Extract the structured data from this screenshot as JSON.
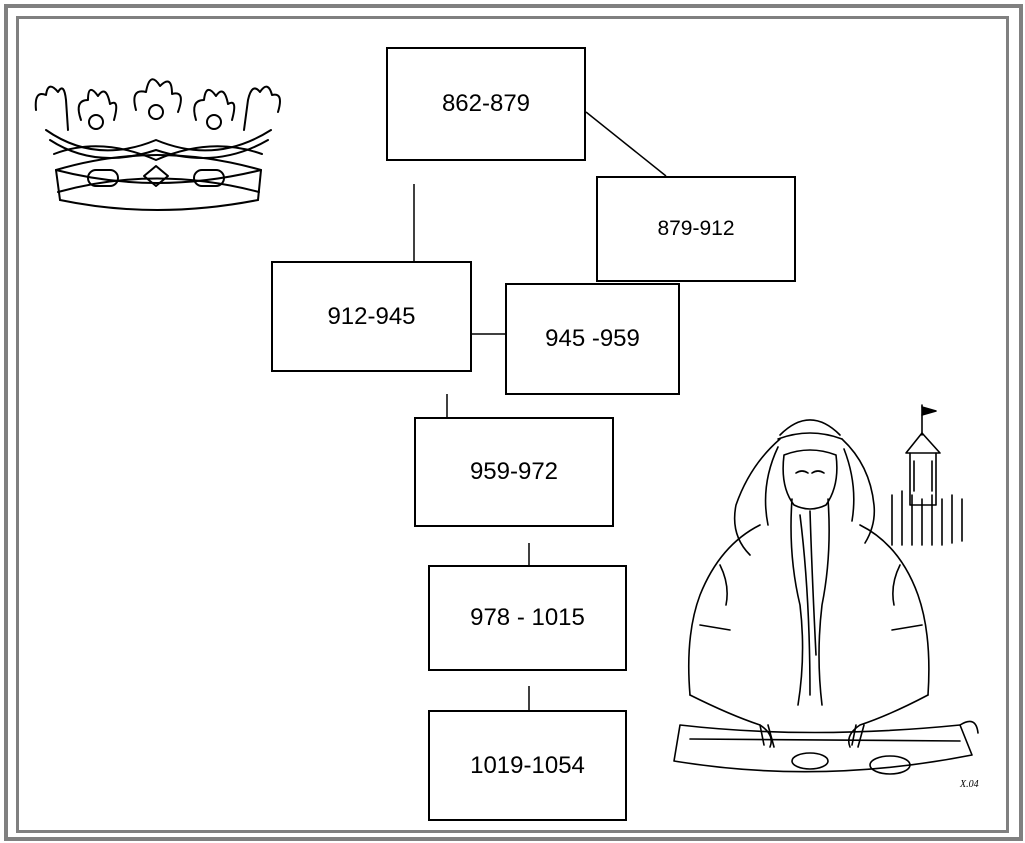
{
  "diagram": {
    "nodes": [
      {
        "id": "n1",
        "label": "862-879"
      },
      {
        "id": "n2",
        "label": "879-912"
      },
      {
        "id": "n3",
        "label": "912-945"
      },
      {
        "id": "n4",
        "label": "945 -959"
      },
      {
        "id": "n5",
        "label": "959-972"
      },
      {
        "id": "n6",
        "label": "978 - 1015"
      },
      {
        "id": "n7",
        "label": "1019-1054"
      }
    ],
    "signature": "Х.04"
  },
  "icons": {
    "crown": "crown-icon",
    "illustration": "bard-playing-gusli-illustration"
  }
}
